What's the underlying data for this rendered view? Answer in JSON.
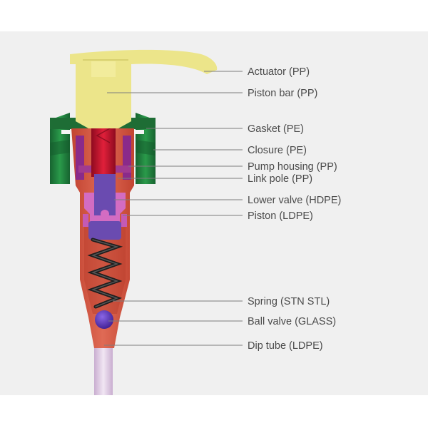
{
  "labels": {
    "actuator": "Actuator (PP)",
    "piston_bar": "Piston bar (PP)",
    "gasket": "Gasket (PE)",
    "closure": "Closure (PE)",
    "pump_housing": "Pump housing (PP)",
    "link_pole": "Link pole (PP)",
    "lower_valve": "Lower valve (HDPE)",
    "piston": "Piston (LDPE)",
    "spring": "Spring (STN STL)",
    "ball_valve": "Ball valve (GLASS)",
    "dip_tube": "Dip tube (LDPE)"
  },
  "colors": {
    "actuator": "#ece58a",
    "piston_bar": "#c8102e",
    "closure": "#1f7a3a",
    "pump_housing": "#d4533f",
    "link_pole": "#8a2a8a",
    "lower_valve": "#6a4bb0",
    "piston": "#d36cc2",
    "spring": "#222222",
    "ball_valve": "#5b2bbf",
    "dip_tube": "#dcc6e0",
    "gasket": "#b03060"
  }
}
